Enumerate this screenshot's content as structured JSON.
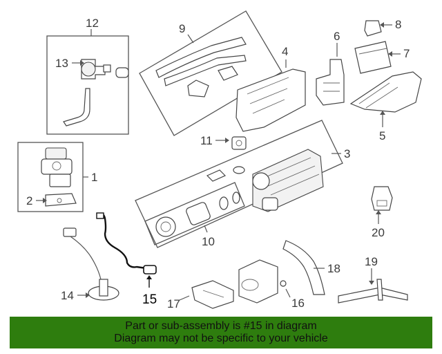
{
  "diagram": {
    "callouts": [
      {
        "id": "1",
        "label": "1"
      },
      {
        "id": "2",
        "label": "2"
      },
      {
        "id": "3",
        "label": "3"
      },
      {
        "id": "4",
        "label": "4"
      },
      {
        "id": "5",
        "label": "5"
      },
      {
        "id": "6",
        "label": "6"
      },
      {
        "id": "7",
        "label": "7"
      },
      {
        "id": "8",
        "label": "8"
      },
      {
        "id": "9",
        "label": "9"
      },
      {
        "id": "10",
        "label": "10"
      },
      {
        "id": "11",
        "label": "11"
      },
      {
        "id": "12",
        "label": "12"
      },
      {
        "id": "13",
        "label": "13"
      },
      {
        "id": "14",
        "label": "14"
      },
      {
        "id": "15",
        "label": "15"
      },
      {
        "id": "16",
        "label": "16"
      },
      {
        "id": "17",
        "label": "17"
      },
      {
        "id": "18",
        "label": "18"
      },
      {
        "id": "19",
        "label": "19"
      },
      {
        "id": "20",
        "label": "20"
      }
    ],
    "highlighted_part": "15",
    "highlight_color": "#000000",
    "line_color": "#555555"
  },
  "footer": {
    "line1": "Part or sub-assembly is #15 in diagram",
    "line2": "Diagram may not be specific to your vehicle",
    "background": "#2e7d0e"
  }
}
